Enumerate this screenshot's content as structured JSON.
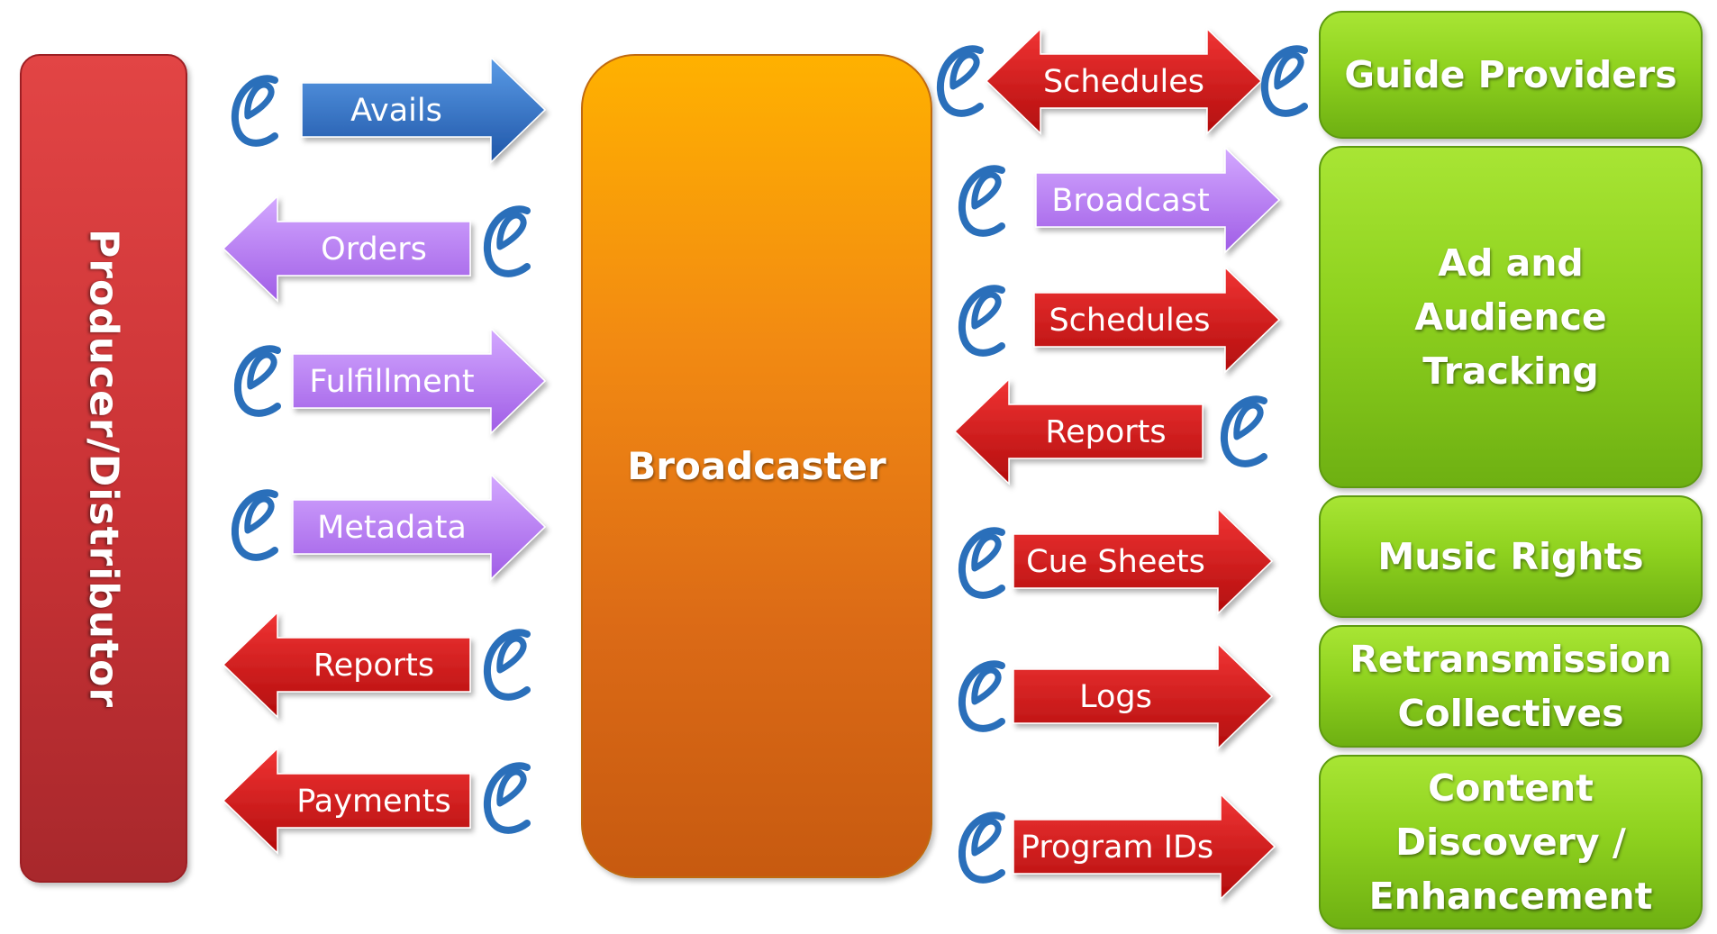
{
  "producer": {
    "label": "Producer/Distributor"
  },
  "broadcaster": {
    "label": "Broadcaster"
  },
  "partners": [
    {
      "label": "Guide Providers"
    },
    {
      "label": "Ad and\nAudience\nTracking"
    },
    {
      "label": "Music Rights"
    },
    {
      "label": "Retransmission\nCollectives"
    },
    {
      "label": "Content\nDiscovery /\nEnhancement"
    }
  ],
  "flows_left": [
    {
      "label": "Avails",
      "direction": "right",
      "color": "blue"
    },
    {
      "label": "Orders",
      "direction": "left",
      "color": "purple"
    },
    {
      "label": "Fulfillment",
      "direction": "right",
      "color": "purple"
    },
    {
      "label": "Metadata",
      "direction": "right",
      "color": "purple"
    },
    {
      "label": "Reports",
      "direction": "left",
      "color": "red"
    },
    {
      "label": "Payments",
      "direction": "left",
      "color": "red"
    }
  ],
  "flows_right": [
    {
      "label": "Schedules",
      "direction": "both",
      "color": "red"
    },
    {
      "label": "Broadcast",
      "direction": "right",
      "color": "purple"
    },
    {
      "label": "Schedules",
      "direction": "right",
      "color": "red"
    },
    {
      "label": "Reports",
      "direction": "left",
      "color": "red"
    },
    {
      "label": "Cue Sheets",
      "direction": "right",
      "color": "red"
    },
    {
      "label": "Logs",
      "direction": "right",
      "color": "red"
    },
    {
      "label": "Program IDs",
      "direction": "right",
      "color": "red"
    }
  ],
  "icons": {
    "name": "e-logo-icon",
    "count": 15
  },
  "colors": {
    "blue": "#2f6fc4",
    "purple": "#b77af0",
    "red": "#d21a1a",
    "producer": "#c93235",
    "broadcaster": "#f28a12",
    "partner": "#8fd21f",
    "logo": "#2a6fba"
  }
}
